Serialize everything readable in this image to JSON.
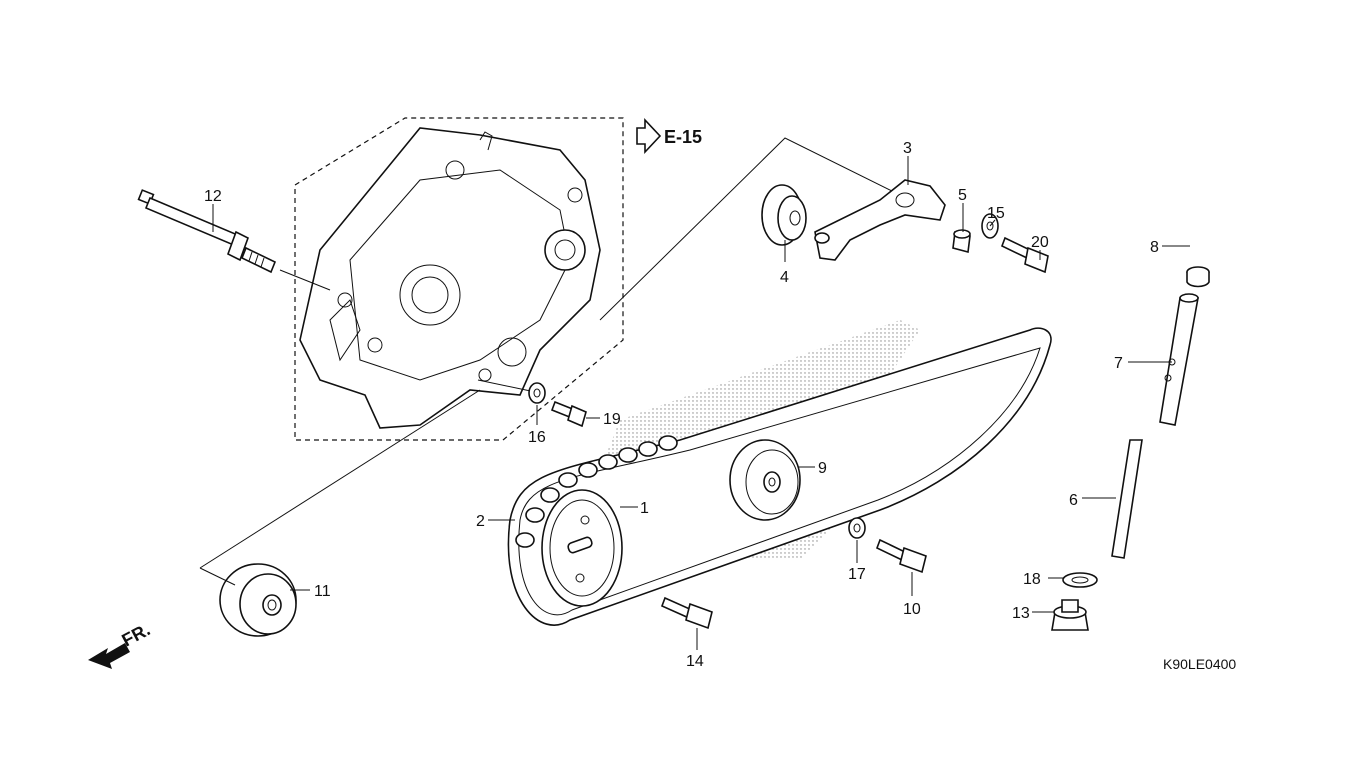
{
  "diagram": {
    "ref_arrow_label": "E-15",
    "front_label": "FR.",
    "drawing_code": "K90LE0400",
    "callouts": [
      {
        "id": "1",
        "text": "1"
      },
      {
        "id": "2",
        "text": "2"
      },
      {
        "id": "3",
        "text": "3"
      },
      {
        "id": "4",
        "text": "4"
      },
      {
        "id": "5",
        "text": "5"
      },
      {
        "id": "6",
        "text": "6"
      },
      {
        "id": "7",
        "text": "7"
      },
      {
        "id": "8",
        "text": "8"
      },
      {
        "id": "9",
        "text": "9"
      },
      {
        "id": "10",
        "text": "10"
      },
      {
        "id": "11",
        "text": "11"
      },
      {
        "id": "12",
        "text": "12"
      },
      {
        "id": "13",
        "text": "13"
      },
      {
        "id": "14",
        "text": "14"
      },
      {
        "id": "15",
        "text": "15"
      },
      {
        "id": "16",
        "text": "16"
      },
      {
        "id": "17",
        "text": "17"
      },
      {
        "id": "18",
        "text": "18"
      },
      {
        "id": "19",
        "text": "19"
      },
      {
        "id": "20",
        "text": "20"
      }
    ]
  }
}
